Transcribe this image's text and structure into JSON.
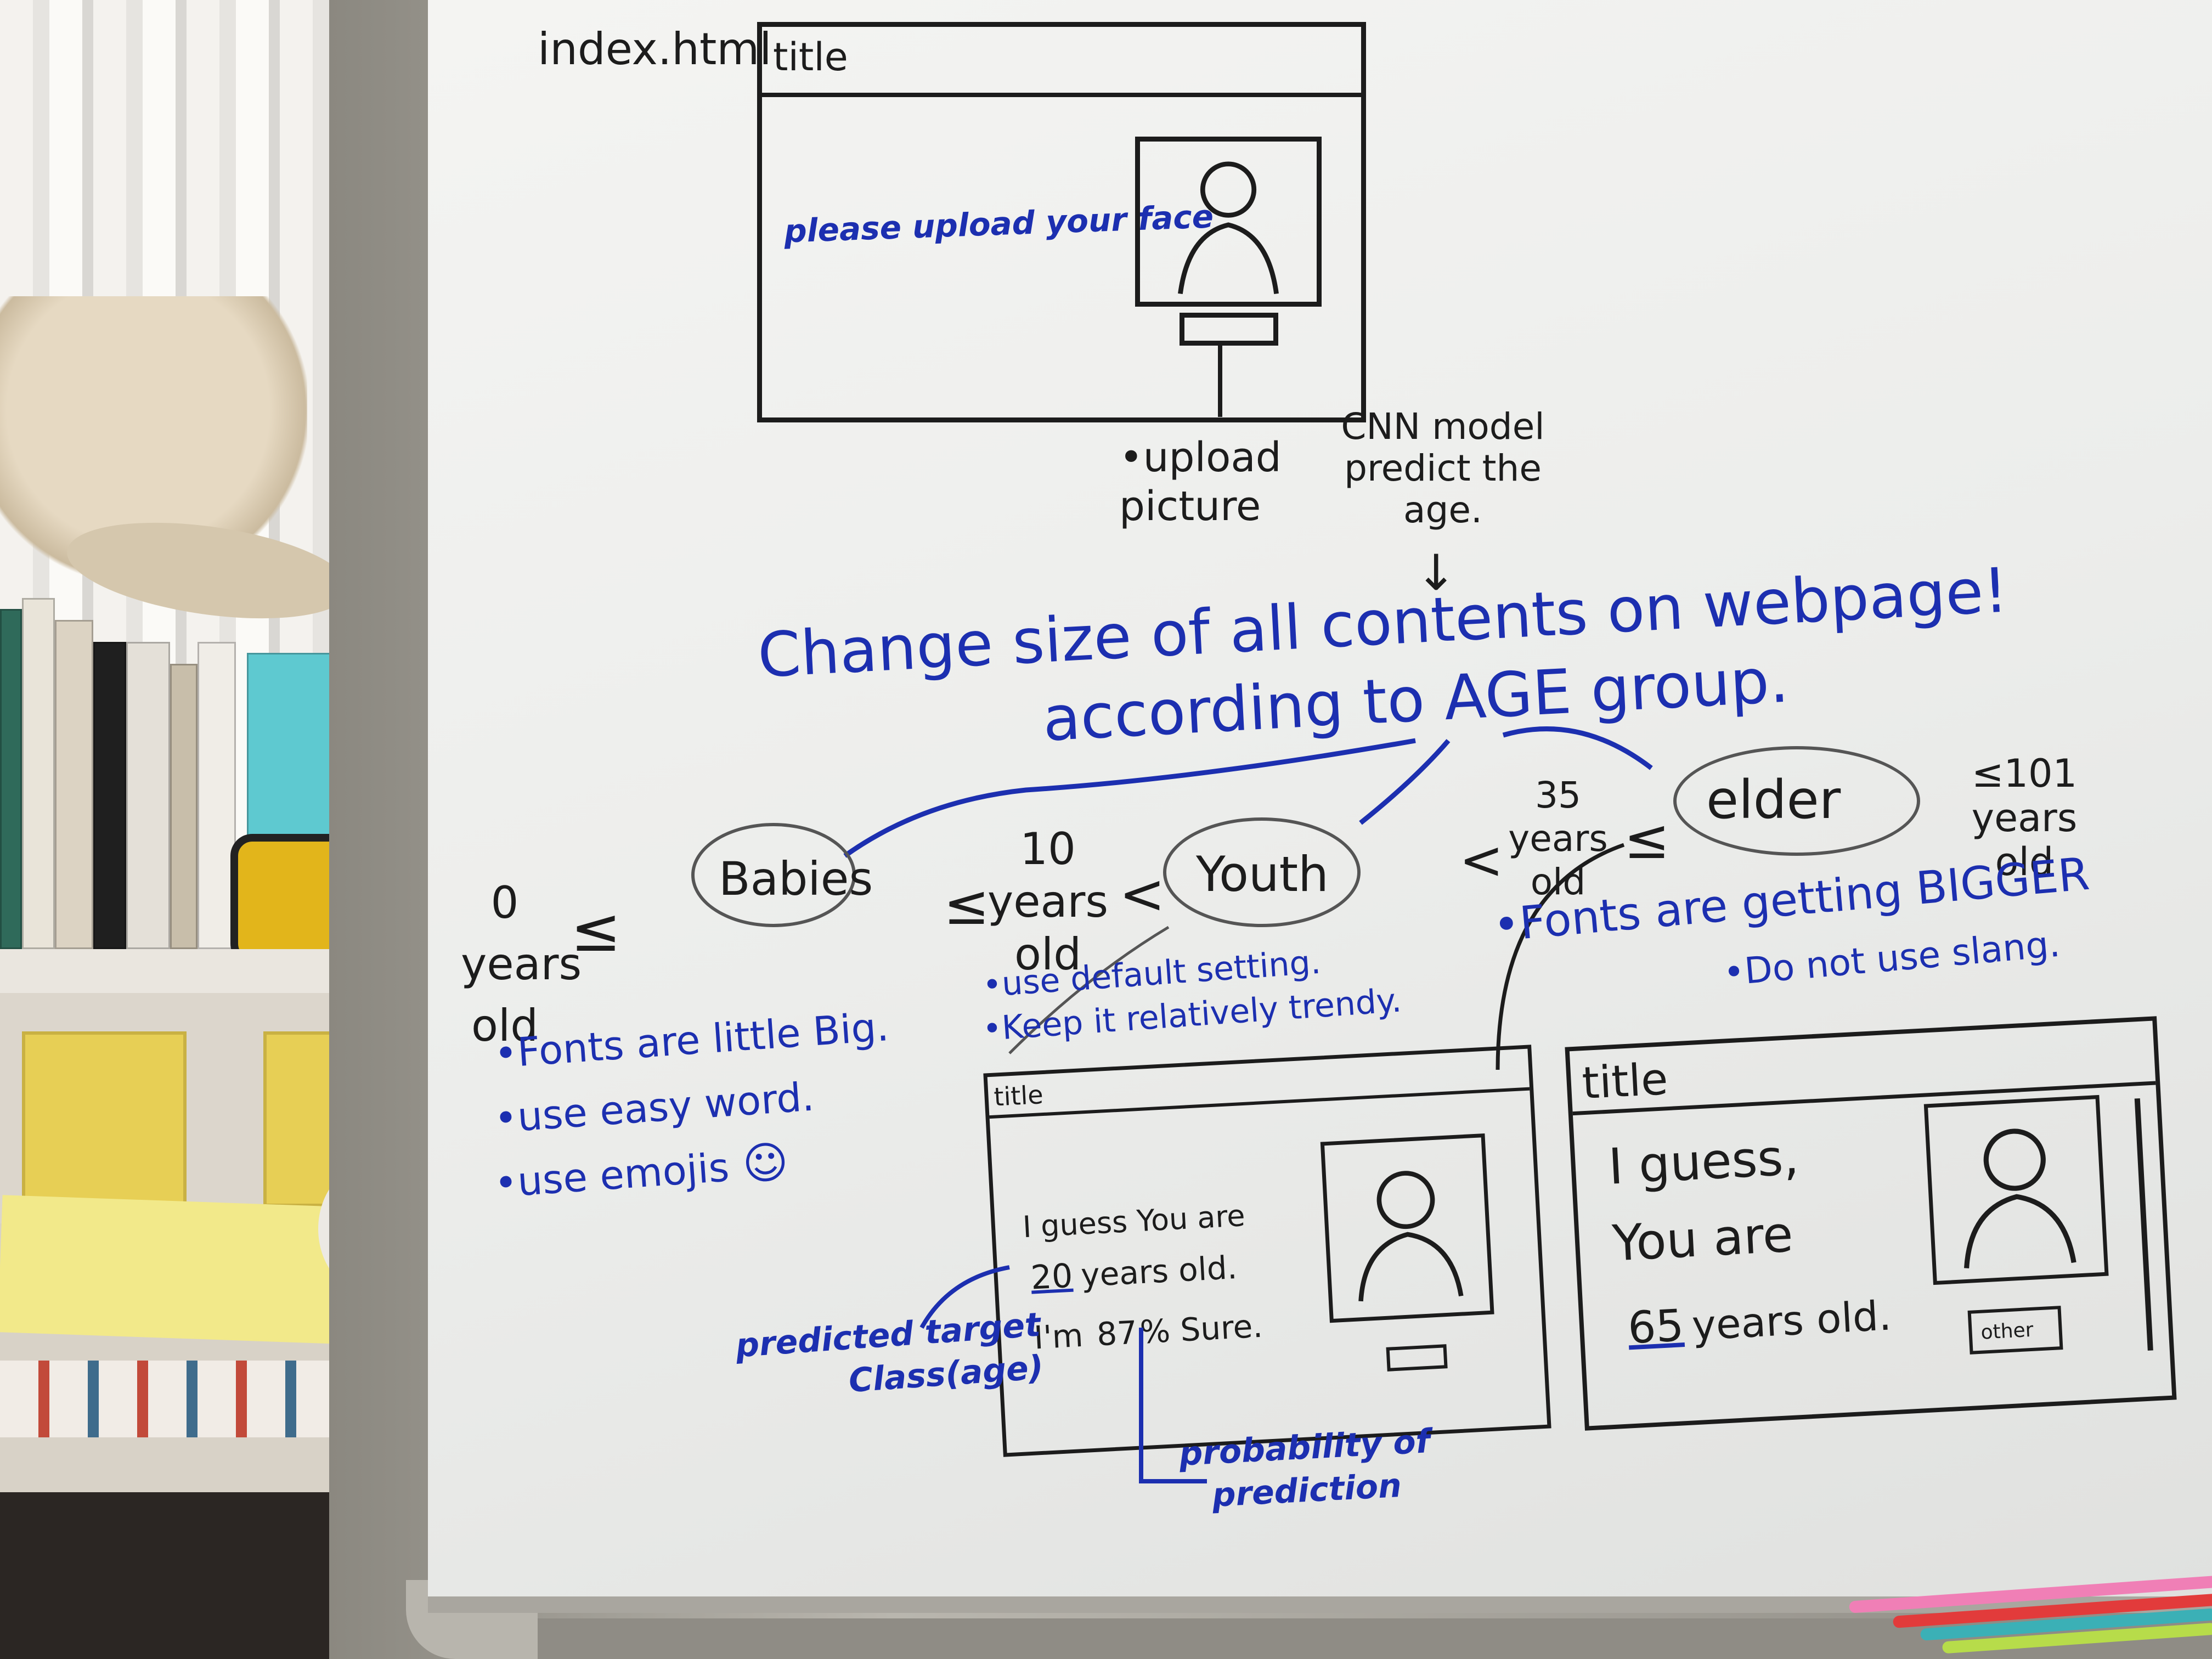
{
  "top_sketch": {
    "file_label": "index.html",
    "title": "title",
    "prompt": "please upload your face",
    "upload_note_1": "•upload picture",
    "cnn_note": "CNN model predict the age."
  },
  "headline": {
    "line1": "Change size of all contents on webpage!",
    "line2": "according to AGE group."
  },
  "groups": {
    "babies": {
      "label": "Babies",
      "range_left": "0 years old",
      "range_sym": "≤"
    },
    "youth": {
      "label": "Youth",
      "range_left": "10 years old",
      "range_sym": "≤",
      "range_right": "<"
    },
    "elder": {
      "label": "elder",
      "range_left": "35 years old",
      "range_sym_left": "<",
      "range_sym": "≤",
      "range_right": "≤101 years old"
    }
  },
  "babies_notes": [
    "•Fonts are little Big.",
    "•use easy word.",
    "•use emojis"
  ],
  "youth_notes": [
    "•use default setting.",
    "•Keep it relatively trendy."
  ],
  "elder_notes": [
    "•Fonts are getting BIGGER",
    "•Do not use slang."
  ],
  "youth_mockup": {
    "title": "title",
    "line1": "I guess You are",
    "age": "20",
    "line2": "years old.",
    "conf_prefix": "I'm",
    "conf_value": "87",
    "conf_suffix": "% Sure."
  },
  "elder_mockup": {
    "title": "title",
    "line1": "I guess,",
    "line2": "You are",
    "age": "65",
    "line3": "years old.",
    "button": "other"
  },
  "annotations": {
    "predicted": "predicted target Class(age)",
    "probability": "probability of prediction"
  },
  "colors": {
    "black_ink": "#1c1c1c",
    "blue_ink": "#1c2fb0",
    "board": "#eeeeec"
  }
}
